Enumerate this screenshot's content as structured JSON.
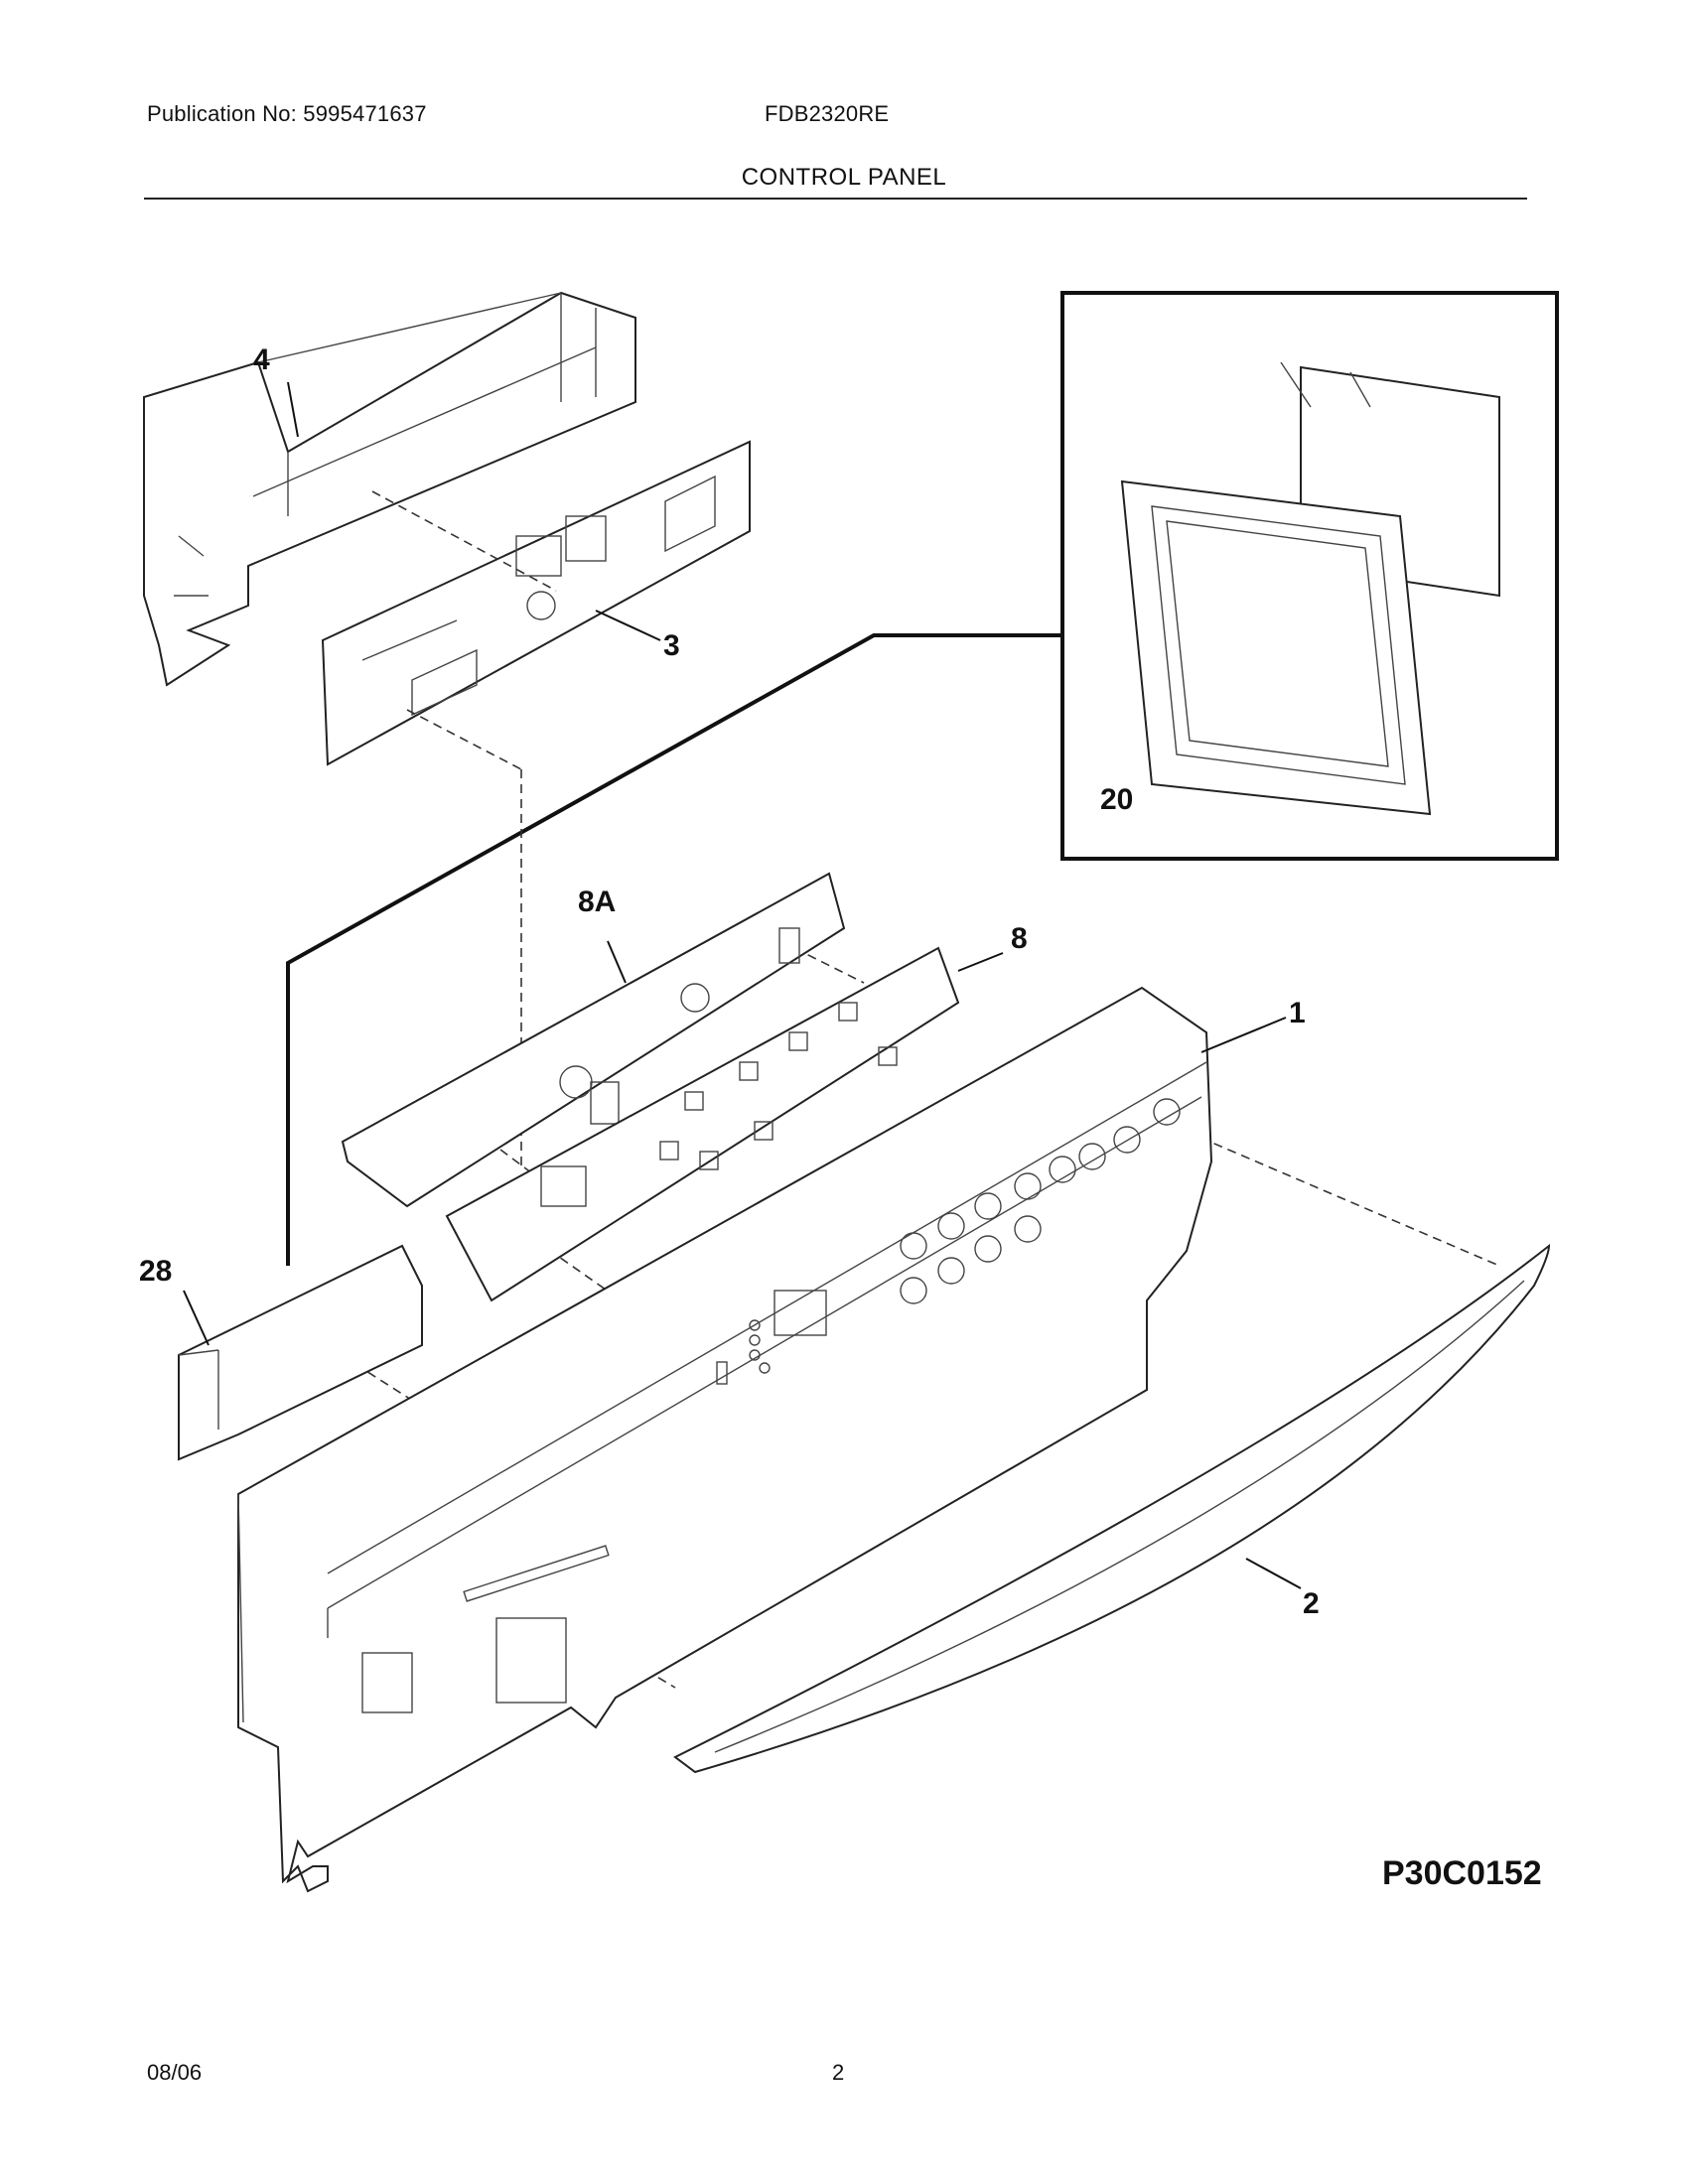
{
  "header": {
    "publication": "Publication No: 5995471637",
    "model": "FDB2320RE",
    "section_title": "CONTROL PANEL"
  },
  "parts": {
    "p4": "4",
    "p3": "3",
    "p20": "20",
    "p8a": "8A",
    "p8": "8",
    "p1": "1",
    "p28": "28",
    "p2": "2"
  },
  "figure_id": "P30C0152",
  "footer": {
    "date": "08/06",
    "page": "2"
  }
}
